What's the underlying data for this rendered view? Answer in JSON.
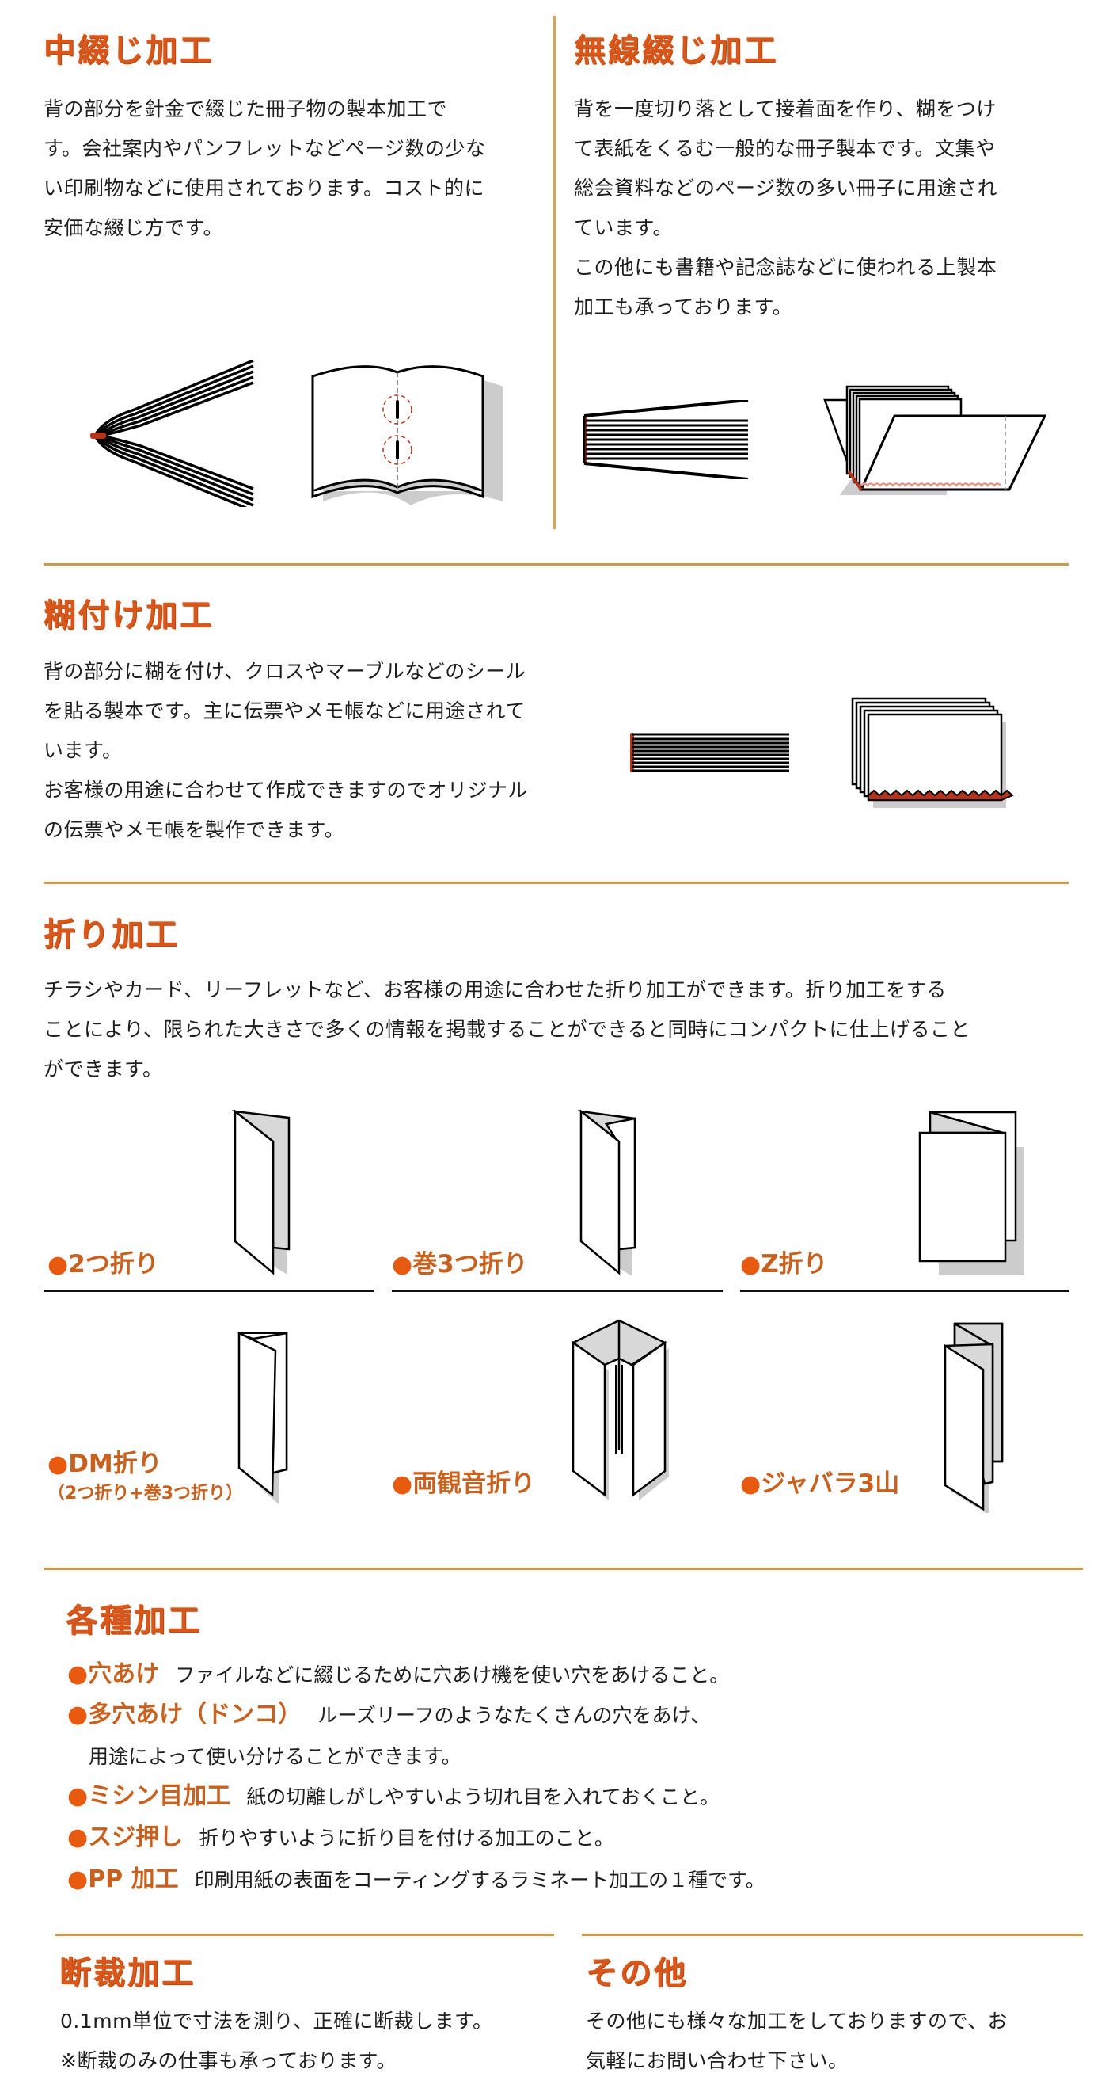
{
  "theme": {
    "heading_color": "#d9571a",
    "label_color": "#c8601e",
    "bullet_color": "#e85a10",
    "divider_color": "#d4a65c",
    "glue_red": "#b5341c"
  },
  "nakatoji": {
    "title": "中綴じ加工",
    "lines": [
      "背の部分を針金で綴じた冊子物の製本加工で",
      "す。会社案内やパンフレットなどページ数の少な",
      "い印刷物などに使用されております。コスト的に",
      "安価な綴じ方です。"
    ],
    "illustrations": [
      "saddle-stitch-side-icon",
      "open-book-staples-icon"
    ]
  },
  "musen": {
    "title": "無線綴じ加工",
    "lines": [
      "背を一度切り落として接着面を作り、糊をつけ",
      "て表紙をくるむ一般的な冊子製本です。文集や",
      "総会資料などのページ数の多い冊子に用途され",
      "ています。",
      "この他にも書籍や記念誌などに使われる上製本",
      "加工も承っております。"
    ],
    "illustrations": [
      "perfect-binding-side-icon",
      "perfect-binding-book-icon"
    ]
  },
  "norizuke": {
    "title": "糊付け加工",
    "lines": [
      "背の部分に糊を付け、クロスやマーブルなどのシール",
      "を貼る製本です。主に伝票やメモ帳などに用途されて",
      "います。",
      "お客様の用途に合わせて作成できますのでオリジナル",
      "の伝票やメモ帳を製作できます。"
    ],
    "illustrations": [
      "padding-side-icon",
      "memo-pad-stack-icon"
    ]
  },
  "ori": {
    "title": "折り加工",
    "lines": [
      "チラシやカード、リーフレットなど、お客様の用途に合わせた折り加工ができます。折り加工をする",
      "ことにより、限られた大きさで多くの情報を掲載することができると同時にコンパクトに仕上げること",
      "ができます。"
    ],
    "bullet": "●",
    "types": [
      {
        "label": "2つ折り",
        "sub": ""
      },
      {
        "label": "巻3つ折り",
        "sub": ""
      },
      {
        "label": "Z折り",
        "sub": ""
      },
      {
        "label": "DM折り",
        "sub": "（2つ折り+巻3つ折り）"
      },
      {
        "label": "両観音折り",
        "sub": ""
      },
      {
        "label": "ジャバラ3山",
        "sub": ""
      }
    ]
  },
  "kakushu": {
    "title": "各種加工",
    "bullet": "●",
    "items": [
      {
        "term": "穴あけ",
        "desc": "ファイルなどに綴じるために穴あけ機を使い穴をあけること。",
        "cont": ""
      },
      {
        "term": "多穴あけ（ドンコ）",
        "desc": "ルーズリーフのようなたくさんの穴をあけ、",
        "cont": "用途によって使い分けることができます。"
      },
      {
        "term": "ミシン目加工",
        "desc": "紙の切離しがしやすいよう切れ目を入れておくこと。",
        "cont": ""
      },
      {
        "term": "スジ押し",
        "desc": "折りやすいように折り目を付ける加工のこと。",
        "cont": ""
      },
      {
        "term": "PP 加工",
        "desc": "印刷用紙の表面をコーティングするラミネート加工の１種です。",
        "cont": ""
      }
    ]
  },
  "dansai": {
    "title": "断裁加工",
    "lines": [
      "0.1mm単位で寸法を測り、正確に断裁します。",
      "※断裁のみの仕事も承っております。"
    ]
  },
  "sonota": {
    "title": "その他",
    "lines": [
      "その他にも様々な加工をしておりますので、お",
      "気軽にお問い合わせ下さい。"
    ]
  }
}
